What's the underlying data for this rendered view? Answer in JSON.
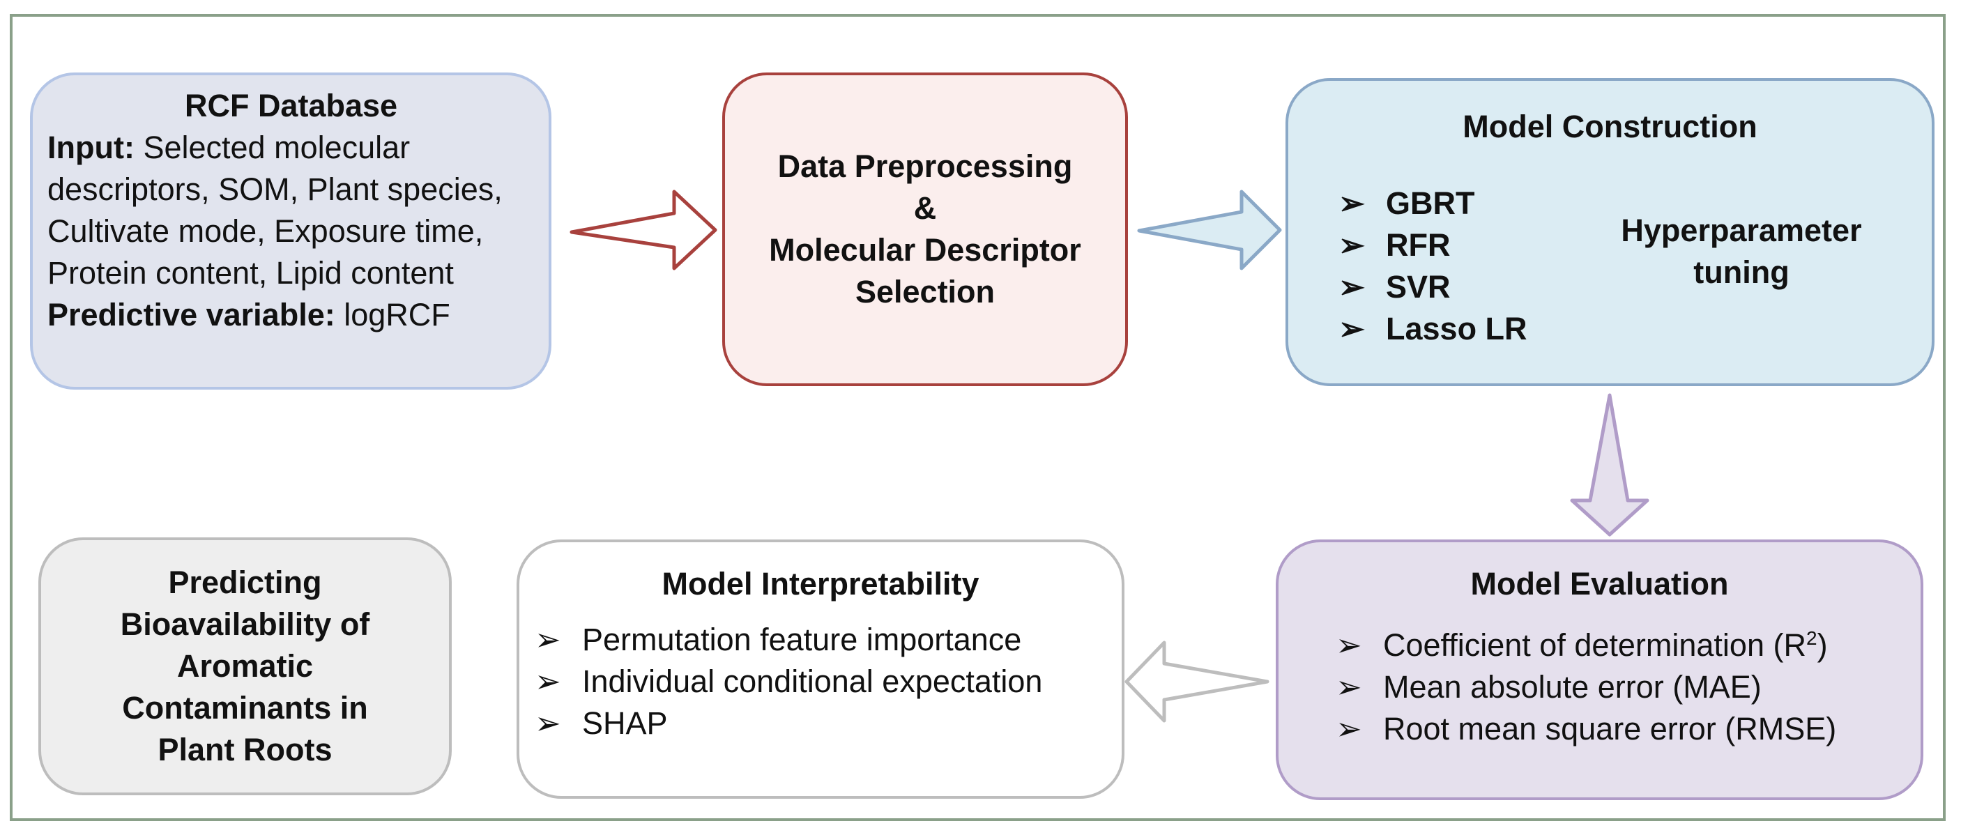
{
  "rcf": {
    "title": "RCF Database",
    "input_label": "Input:",
    "input_text": "Selected molecular",
    "input_line2": "descriptors, SOM, Plant species,",
    "input_line3": "Cultivate mode, Exposure time,",
    "input_line4": "Protein content, Lipid content",
    "pred_label": "Predictive variable:",
    "pred_text": "logRCF"
  },
  "prep": {
    "line1": "Data Preprocessing",
    "line2": "&",
    "line3": "Molecular Descriptor",
    "line4": "Selection"
  },
  "model": {
    "title": "Model Construction",
    "items": [
      "GBRT",
      "RFR",
      "SVR",
      "Lasso LR"
    ],
    "hyper_line1": "Hyperparameter",
    "hyper_line2": "tuning"
  },
  "eval": {
    "title": "Model Evaluation",
    "item1": "Coefficient of determination (R",
    "item1_sup": "2",
    "item1_end": ")",
    "item2": "Mean absolute error (MAE)",
    "item3": "Root mean square error (RMSE)"
  },
  "interp": {
    "title": "Model Interpretability",
    "items": [
      "Permutation feature importance",
      "Individual conditional expectation",
      "SHAP"
    ]
  },
  "predict": {
    "line1": "Predicting",
    "line2": "Bioavailability of",
    "line3": "Aromatic",
    "line4": "Contaminants in",
    "line5": "Plant Roots"
  },
  "icons": {
    "bullet": "➢"
  },
  "colors": {
    "rcf_fill": "#e1e4ee",
    "prep_fill": "#fbeeed",
    "model_fill": "#dbecf3",
    "eval_fill": "#e5e0ed",
    "frame": "#8aa089"
  }
}
